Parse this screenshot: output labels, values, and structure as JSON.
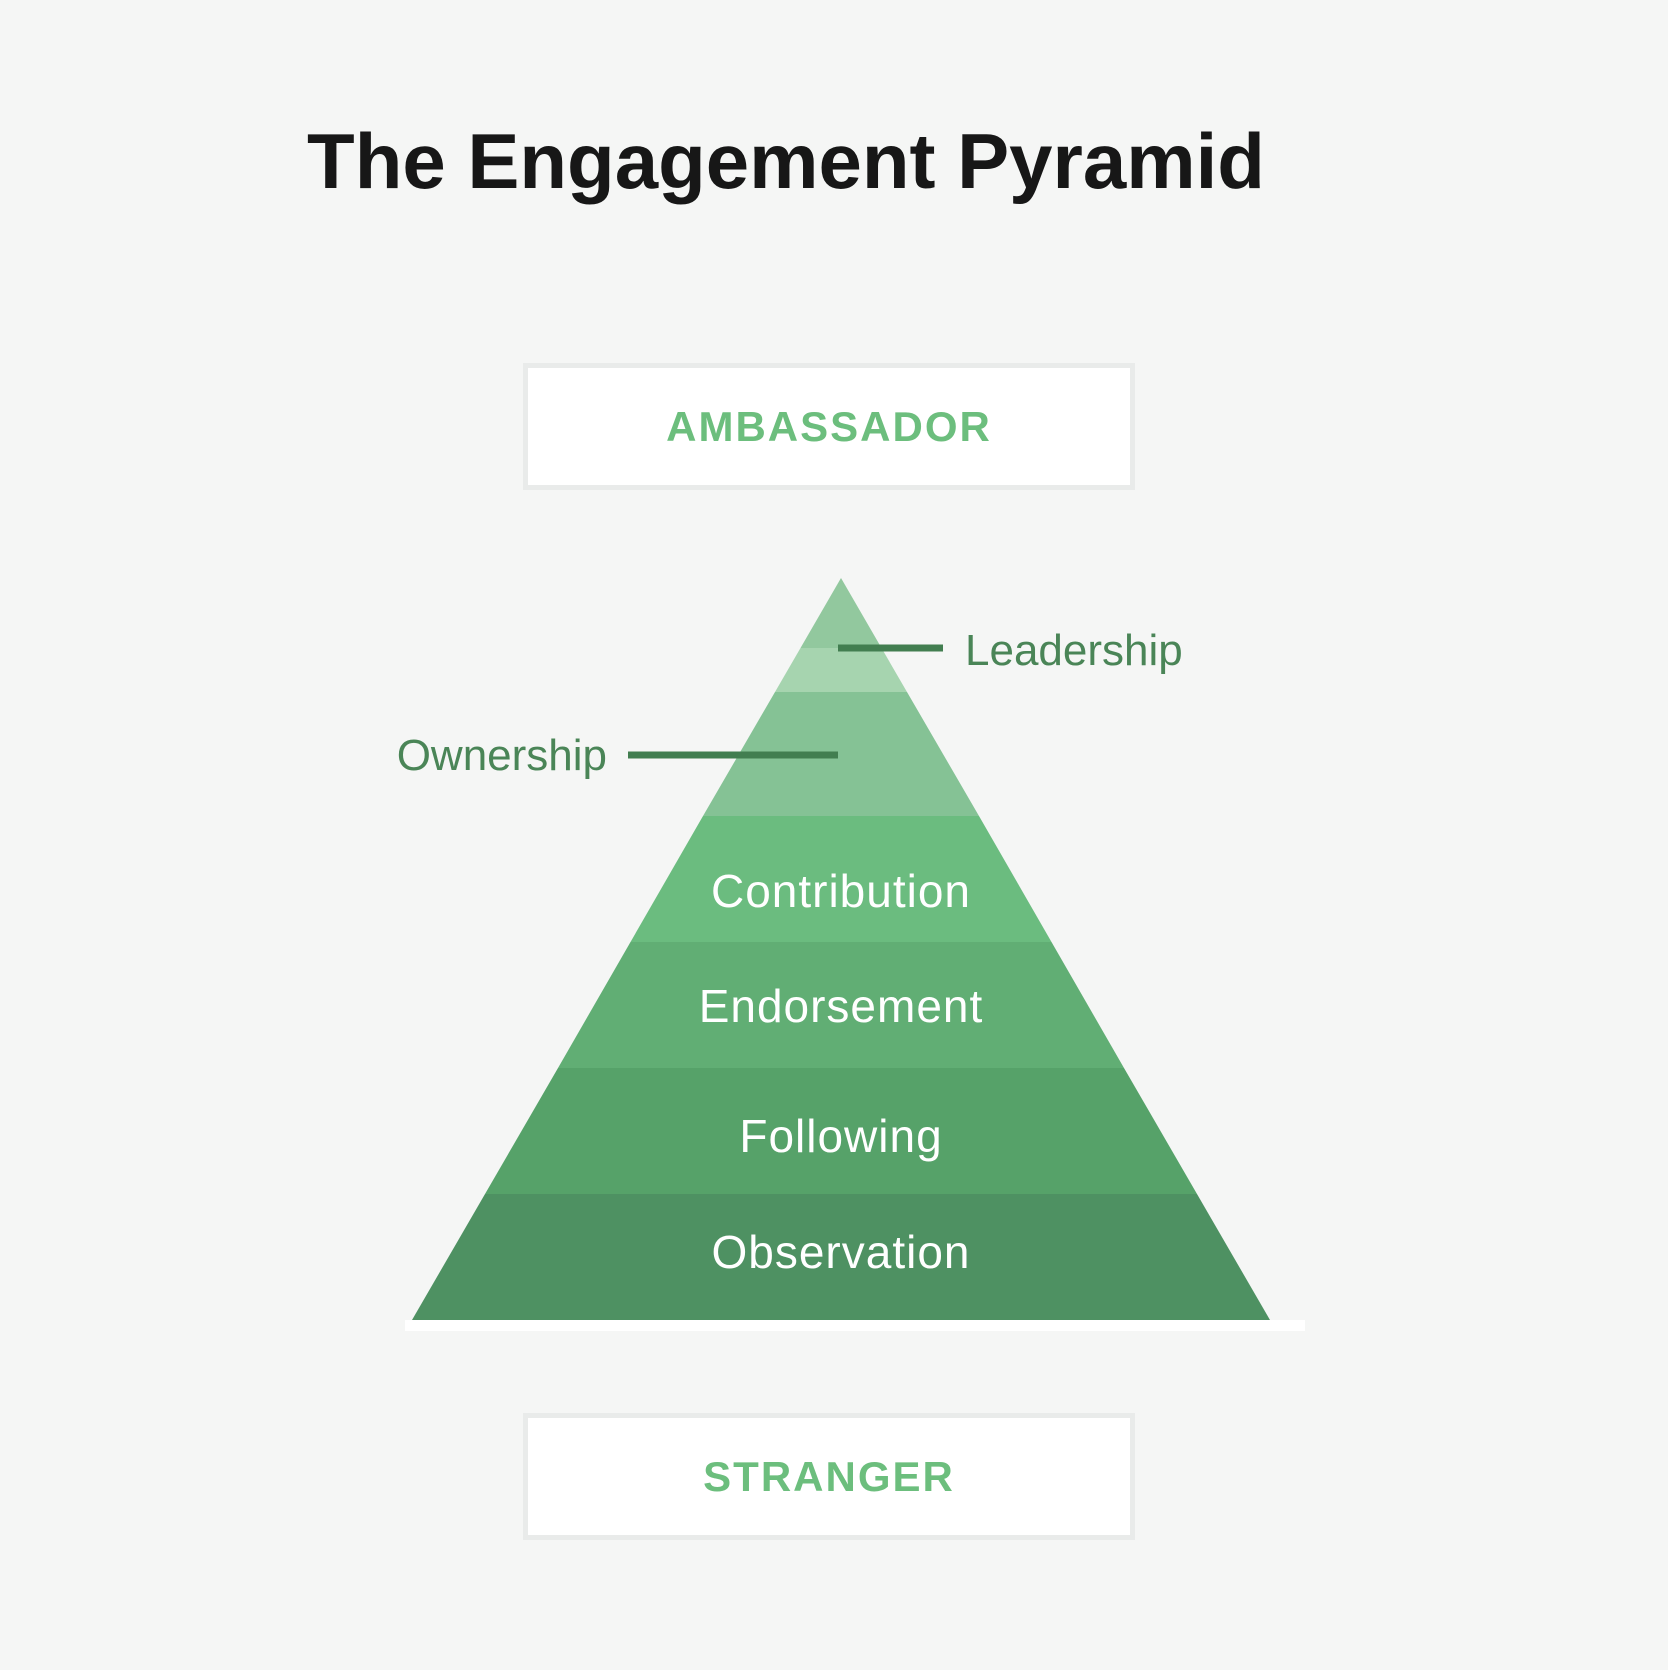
{
  "title": "The Engagement Pyramid",
  "top_box": {
    "label": "AMBASSADOR"
  },
  "bottom_box": {
    "label": "STRANGER"
  },
  "callouts": {
    "leadership": {
      "label": "Leadership",
      "side": "right"
    },
    "ownership": {
      "label": "Ownership",
      "side": "left"
    }
  },
  "pyramid": {
    "levels": [
      {
        "name": "Leadership",
        "label_inside": "",
        "color": "#92C89E"
      },
      {
        "name": "",
        "label_inside": "",
        "color": "#A6D4AF"
      },
      {
        "name": "Ownership",
        "label_inside": "",
        "color": "#85C295"
      },
      {
        "name": "Contribution",
        "label_inside": "Contribution",
        "color": "#6BBC7F"
      },
      {
        "name": "Endorsement",
        "label_inside": "Endorsement",
        "color": "#61AE74"
      },
      {
        "name": "Following",
        "label_inside": "Following",
        "color": "#56A269"
      },
      {
        "name": "Observation",
        "label_inside": "Observation",
        "color": "#4E9162"
      }
    ]
  },
  "colors": {
    "page_background": "#F5F6F5",
    "title_text": "#171717",
    "box_background": "#FFFFFF",
    "box_border": "#E9EBEA",
    "box_label_text": "#6CBE7D",
    "callout_text": "#4A8557",
    "callout_line": "#427E50",
    "level_label_text": "#FFFFFF",
    "base_strip": "#FFFFFF"
  }
}
